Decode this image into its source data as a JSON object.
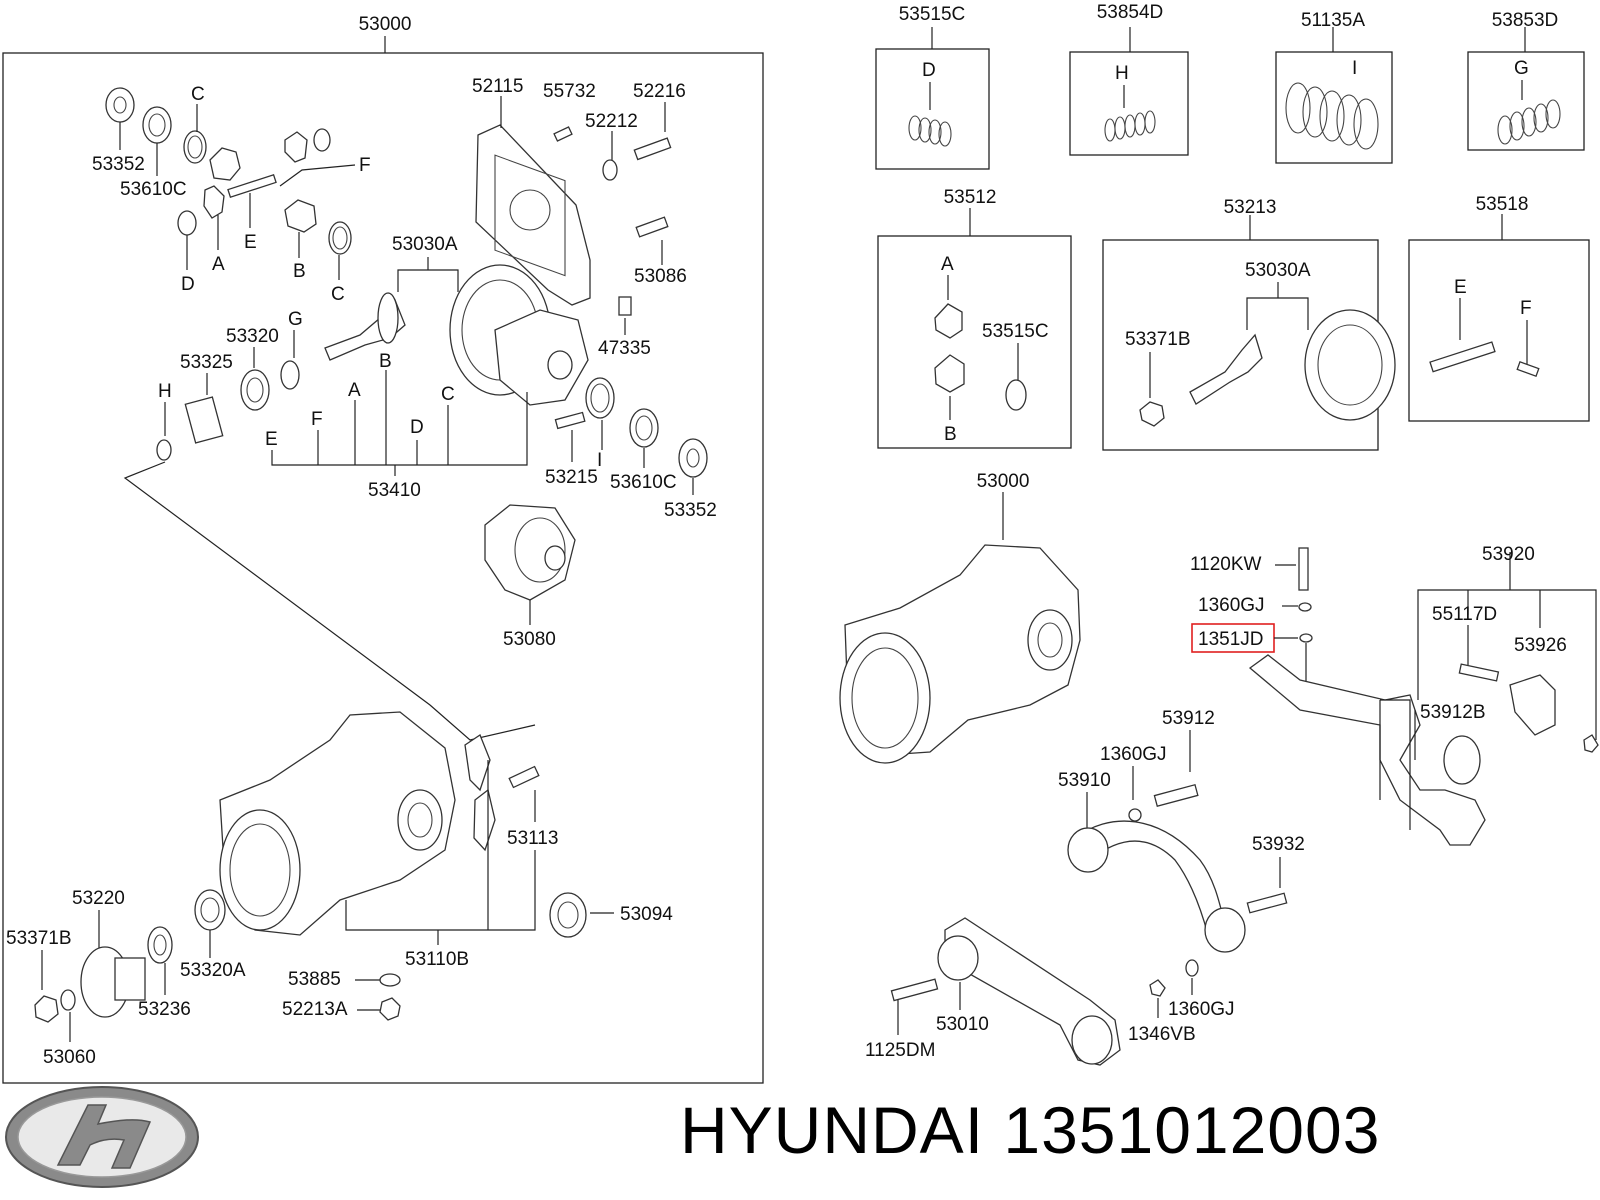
{
  "caption": "HYUNDAI 1351012003",
  "main": {
    "title": "53000",
    "labels": {
      "p53352a": "53352",
      "c1": "C",
      "p53610Ca": "53610C",
      "f1": "F",
      "a1": "A",
      "e1": "E",
      "d1": "D",
      "b1": "B",
      "c2": "C",
      "p52115": "52115",
      "p55732": "55732",
      "p52216": "52216",
      "p52212": "52212",
      "p53086": "53086",
      "p47335": "47335",
      "p53030A": "53030A",
      "p53320": "53320",
      "g1": "G",
      "p53325": "53325",
      "h1": "H",
      "e2": "E",
      "f2": "F",
      "a2": "A",
      "b2": "B",
      "d2": "D",
      "c3": "C",
      "p53410": "53410",
      "p53215": "53215",
      "i1": "I",
      "p53610Cb": "53610C",
      "p53352b": "53352",
      "p53080": "53080",
      "p53113": "53113",
      "p53220": "53220",
      "p53371B": "53371B",
      "p53320A": "53320A",
      "p53094": "53094",
      "p53110B": "53110B",
      "p53885": "53885",
      "p52213A": "52213A",
      "p53236": "53236",
      "p53060": "53060"
    }
  },
  "kits": [
    {
      "code": "53515C",
      "letter": "D"
    },
    {
      "code": "53854D",
      "letter": "H"
    },
    {
      "code": "51135A",
      "letter": "I"
    },
    {
      "code": "53853D",
      "letter": "G"
    }
  ],
  "box53512": {
    "code": "53512",
    "a": "A",
    "b": "B",
    "part": "53515C"
  },
  "box53213": {
    "code": "53213",
    "gear": "53030A",
    "nut": "53371B"
  },
  "box53518": {
    "code": "53518",
    "e": "E",
    "f": "F"
  },
  "assembly": {
    "p53000": "53000",
    "p1120KW": "1120KW",
    "p1360GJa": "1360GJ",
    "p1351JD": "1351JD",
    "p53920": "53920",
    "p55117D": "55117D",
    "p53926": "53926",
    "p53912B": "53912B",
    "p53912": "53912",
    "p1360GJb": "1360GJ",
    "p53910": "53910",
    "p53932": "53932",
    "p53010": "53010",
    "p1125DM": "1125DM",
    "p1346VB": "1346VB",
    "p1360GJc": "1360GJ"
  },
  "colors": {
    "highlight": "#e02020",
    "line": "#222222"
  }
}
